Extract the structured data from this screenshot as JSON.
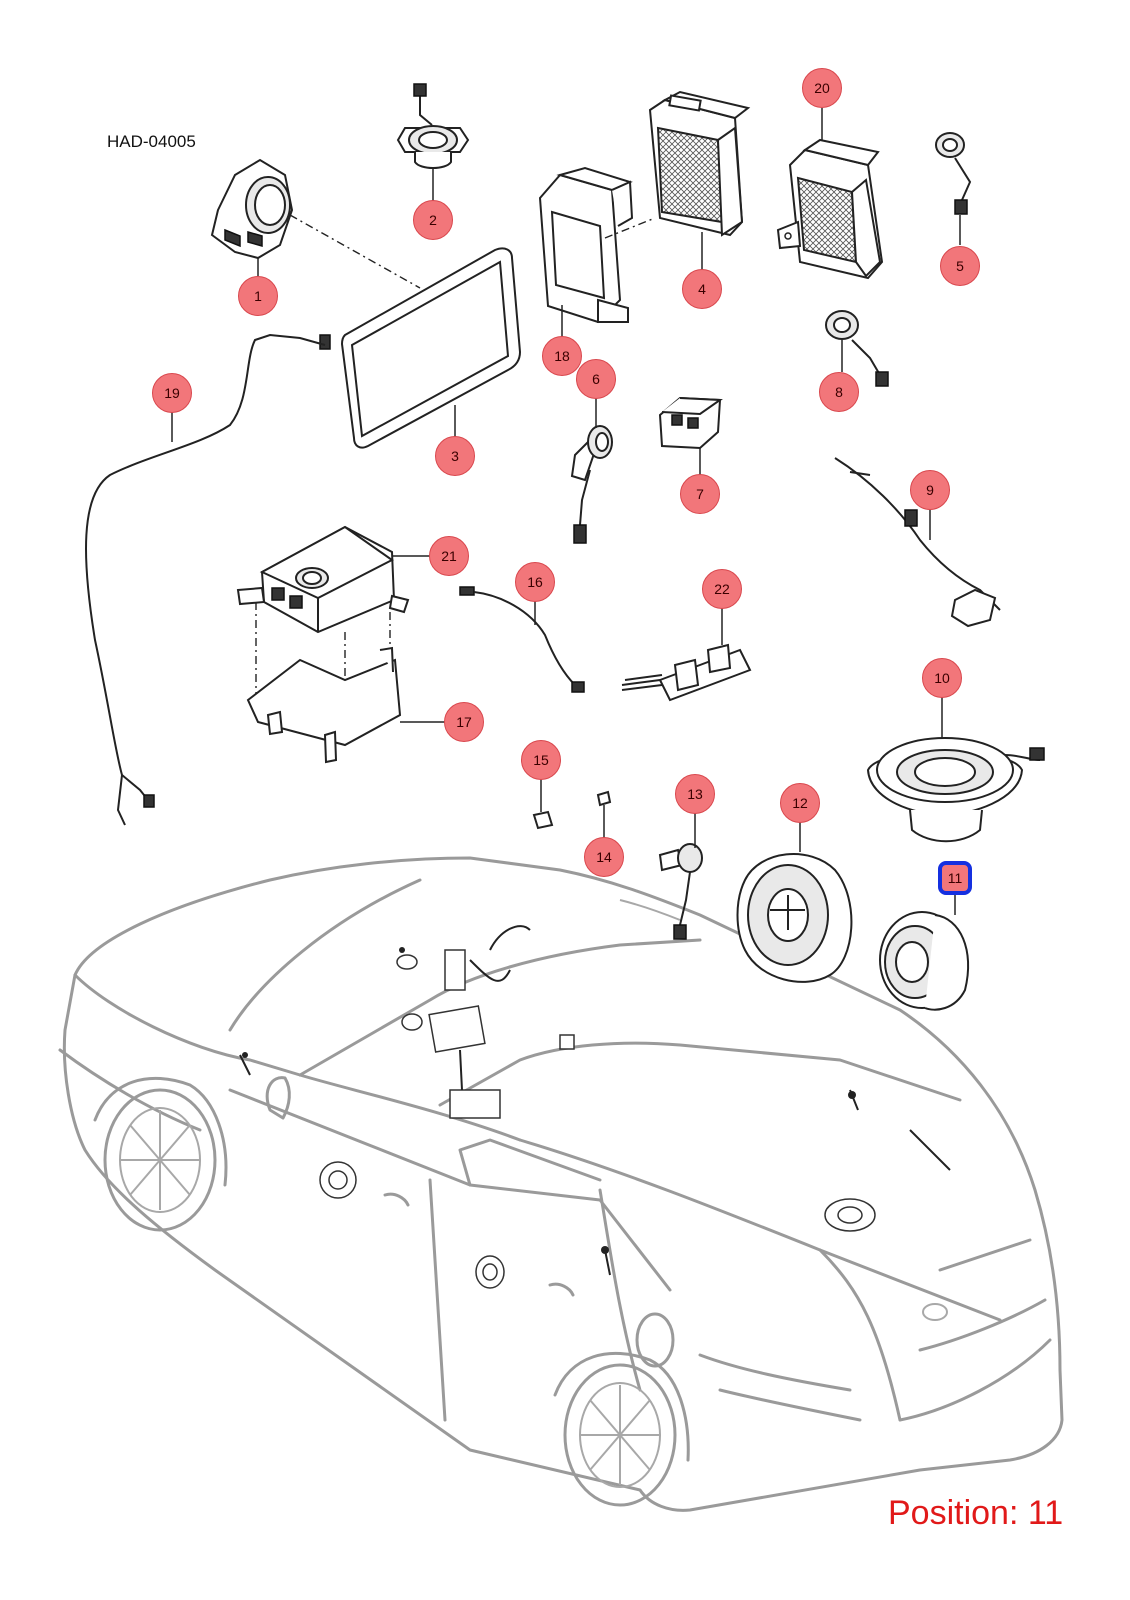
{
  "diagram": {
    "code": "HAD-04005",
    "position_label": "Position:",
    "position_value": "11",
    "selected_callout": "11",
    "colors": {
      "callout_fill": "#f2767a",
      "selected_outline": "#1530e0",
      "position_text": "#e11919",
      "car_outline": "#9a9a9a"
    }
  },
  "callouts": [
    "1",
    "2",
    "3",
    "4",
    "5",
    "6",
    "7",
    "8",
    "9",
    "10",
    "11",
    "12",
    "13",
    "14",
    "15",
    "16",
    "17",
    "18",
    "19",
    "20",
    "21",
    "22"
  ]
}
